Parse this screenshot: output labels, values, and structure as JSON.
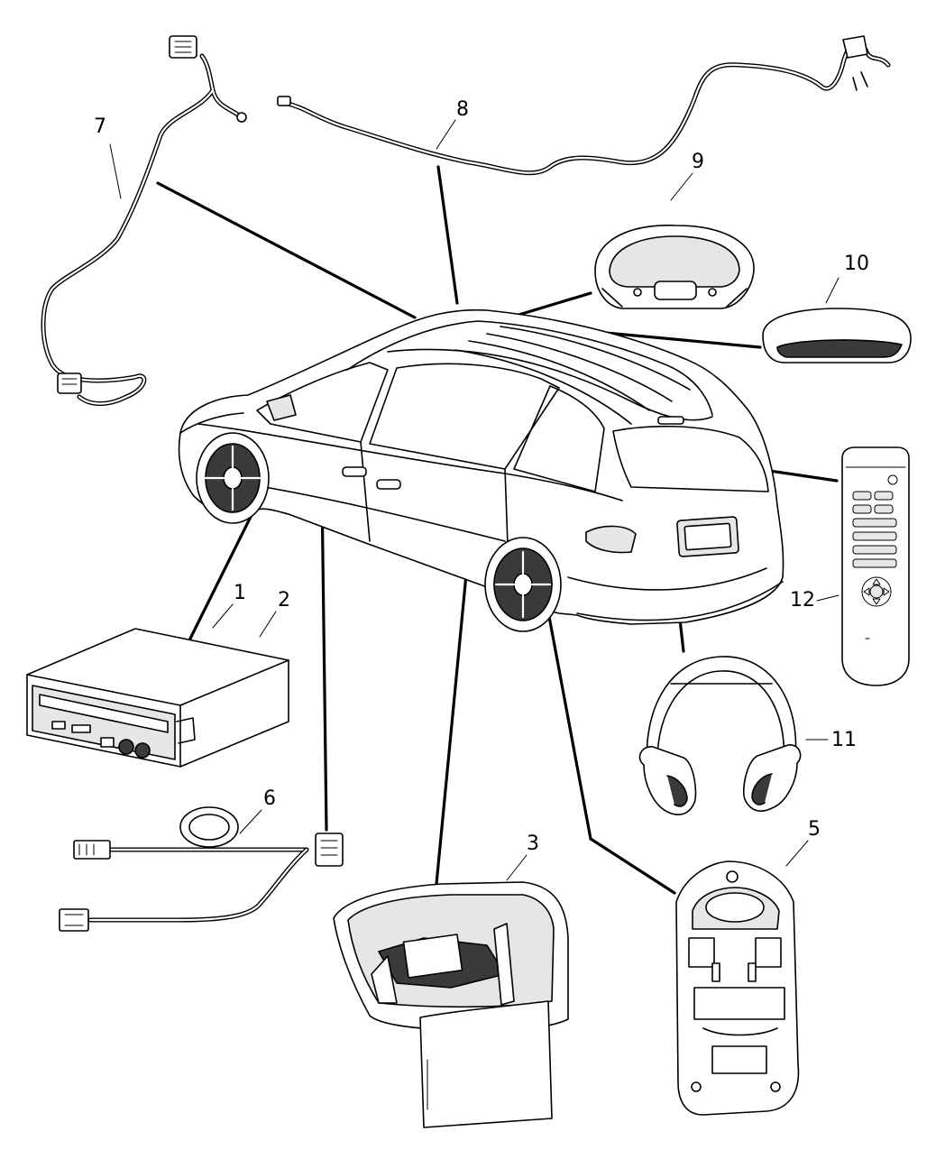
{
  "callouts": [
    {
      "id": "1",
      "label": "1"
    },
    {
      "id": "2",
      "label": "2"
    },
    {
      "id": "3",
      "label": "3"
    },
    {
      "id": "5",
      "label": "5"
    },
    {
      "id": "6",
      "label": "6"
    },
    {
      "id": "7",
      "label": "7"
    },
    {
      "id": "8",
      "label": "8"
    },
    {
      "id": "9",
      "label": "9"
    },
    {
      "id": "10",
      "label": "10"
    },
    {
      "id": "11",
      "label": "11"
    },
    {
      "id": "12",
      "label": "12"
    }
  ],
  "remote_buttons": [
    "",
    "",
    "",
    "",
    "",
    "",
    "",
    "",
    "",
    "",
    "",
    "",
    "",
    "",
    "",
    ""
  ]
}
